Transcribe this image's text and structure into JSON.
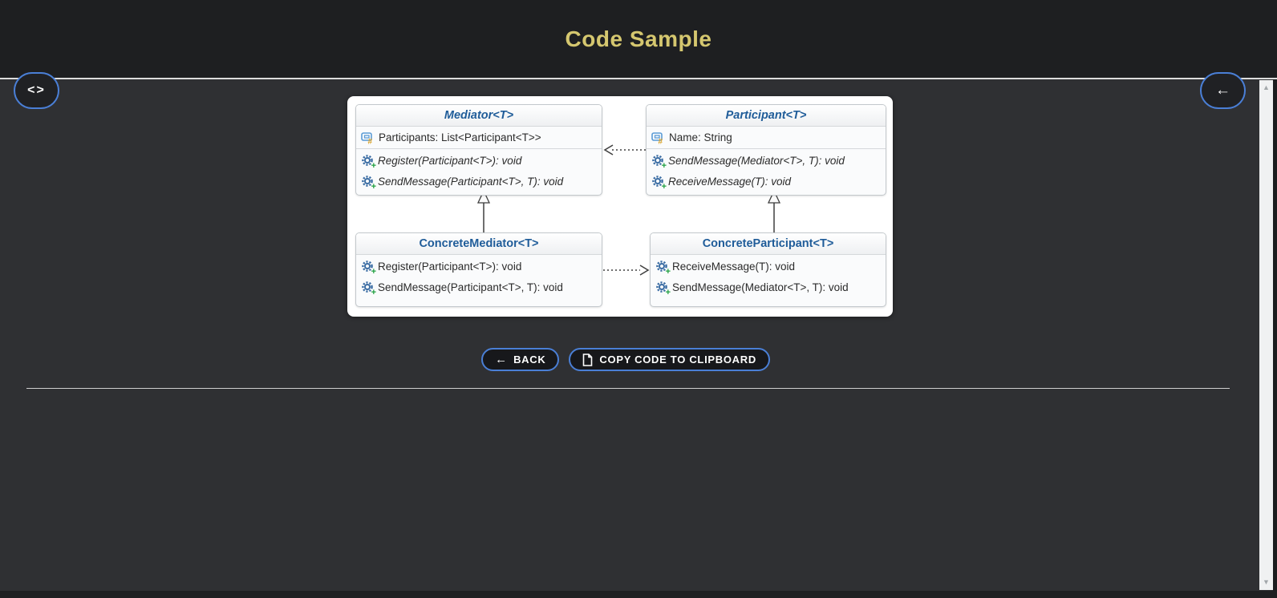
{
  "header": {
    "title": "Code Sample"
  },
  "nav": {
    "code_button_glyph": "<>",
    "back_button_glyph": "←"
  },
  "diagram": {
    "classes": [
      {
        "name": "Mediator<T>",
        "stereotype": "abstract",
        "properties": [
          {
            "text": "Participants: List<Participant<T>>"
          }
        ],
        "methods": [
          {
            "text": "Register(Participant<T>): void",
            "abstract": true
          },
          {
            "text": "SendMessage(Participant<T>, T): void",
            "abstract": true
          }
        ]
      },
      {
        "name": "Participant<T>",
        "stereotype": "abstract",
        "properties": [
          {
            "text": "Name: String"
          }
        ],
        "methods": [
          {
            "text": "SendMessage(Mediator<T>, T): void",
            "abstract": true
          },
          {
            "text": "ReceiveMessage(T): void",
            "abstract": true
          }
        ]
      },
      {
        "name": "ConcreteMediator<T>",
        "stereotype": "concrete",
        "properties": [],
        "methods": [
          {
            "text": "Register(Participant<T>): void",
            "abstract": false
          },
          {
            "text": "SendMessage(Participant<T>, T): void",
            "abstract": false
          }
        ]
      },
      {
        "name": "ConcreteParticipant<T>",
        "stereotype": "concrete",
        "properties": [],
        "methods": [
          {
            "text": "ReceiveMessage(T): void",
            "abstract": false
          },
          {
            "text": "SendMessage(Mediator<T>, T): void",
            "abstract": false
          }
        ]
      }
    ],
    "relationships": [
      {
        "from": "ConcreteMediator<T>",
        "to": "Mediator<T>",
        "type": "inheritance"
      },
      {
        "from": "ConcreteParticipant<T>",
        "to": "Participant<T>",
        "type": "inheritance"
      },
      {
        "from": "Participant<T>",
        "to": "Mediator<T>",
        "type": "dependency"
      },
      {
        "from": "ConcreteMediator<T>",
        "to": "ConcreteParticipant<T>",
        "type": "dependency"
      }
    ]
  },
  "actions": {
    "back": {
      "label": "BACK",
      "icon_glyph": "←"
    },
    "copy": {
      "label": "COPY CODE TO CLIPBOARD"
    }
  },
  "scrollbar": {
    "up_glyph": "▲",
    "down_glyph": "▼"
  },
  "colors": {
    "accent_gold": "#d5c76f",
    "accent_blue": "#4a7fd6",
    "class_title_blue": "#1f5c99",
    "header_bg": "#1e1f21",
    "content_bg": "#2f3033",
    "method_icon_blue": "#3a6ca3",
    "method_plus_green": "#1d9e3e",
    "property_icon_blue": "#5b9bd5",
    "property_hash_gold": "#d99f1f"
  }
}
